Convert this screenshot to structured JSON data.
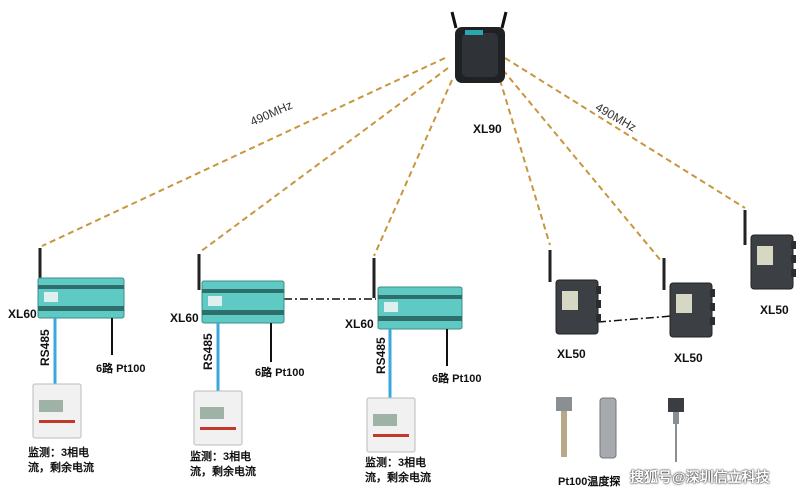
{
  "gateway": {
    "label": "XL90"
  },
  "links": {
    "freq_left": "490MHz",
    "freq_right": "490MHz"
  },
  "xl60": [
    {
      "label": "XL60",
      "bus": "RS485",
      "inputs": "6路 Pt100",
      "meter_caption": "监测：3相电流，剩余电流"
    },
    {
      "label": "XL60",
      "bus": "RS485",
      "inputs": "6路 Pt100",
      "meter_caption": "监测：3相电流，剩余电流"
    },
    {
      "label": "XL60",
      "bus": "RS485",
      "inputs": "6路 Pt100",
      "meter_caption": "监测：3相电流，剩余电流"
    }
  ],
  "xl50": [
    {
      "label": "XL50"
    },
    {
      "label": "XL50"
    },
    {
      "label": "XL50"
    }
  ],
  "sensors_caption": "Pt100温度探",
  "watermark": "搜狐号@深圳信立科技",
  "colors": {
    "wireless_link": "#c8963e",
    "rs485_cable": "#3aa8e0",
    "module_teal": "#5fc9c3",
    "device_dark": "#3c3f44"
  }
}
